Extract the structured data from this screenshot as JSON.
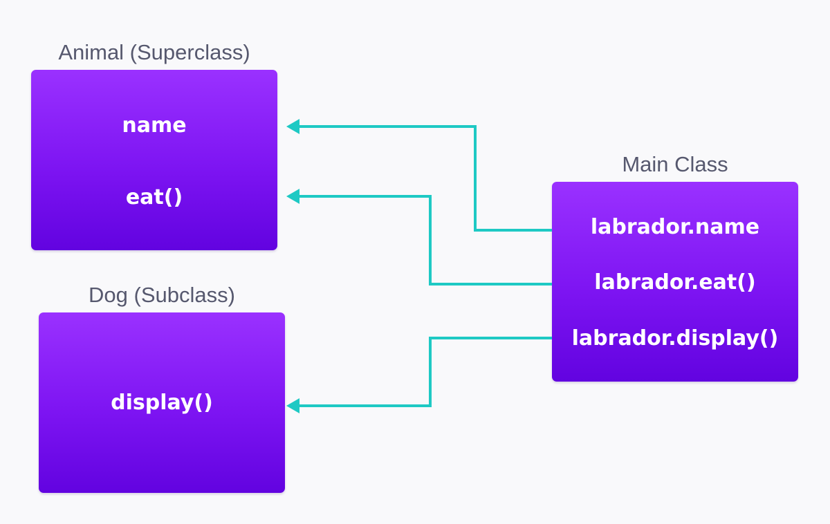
{
  "superclass": {
    "title": "Animal (Superclass)",
    "members": [
      "name",
      "eat()"
    ]
  },
  "subclass": {
    "title": "Dog (Subclass)",
    "members": [
      "display()"
    ]
  },
  "main_class": {
    "title": "Main Class",
    "members": [
      "labrador.name",
      "labrador.eat()",
      "labrador.display()"
    ]
  },
  "colors": {
    "box_top": "#9a31ff",
    "box_bottom": "#6203e0",
    "arrow": "#1ec9c4",
    "title_text": "#56586e",
    "background": "#f9f9fb"
  }
}
